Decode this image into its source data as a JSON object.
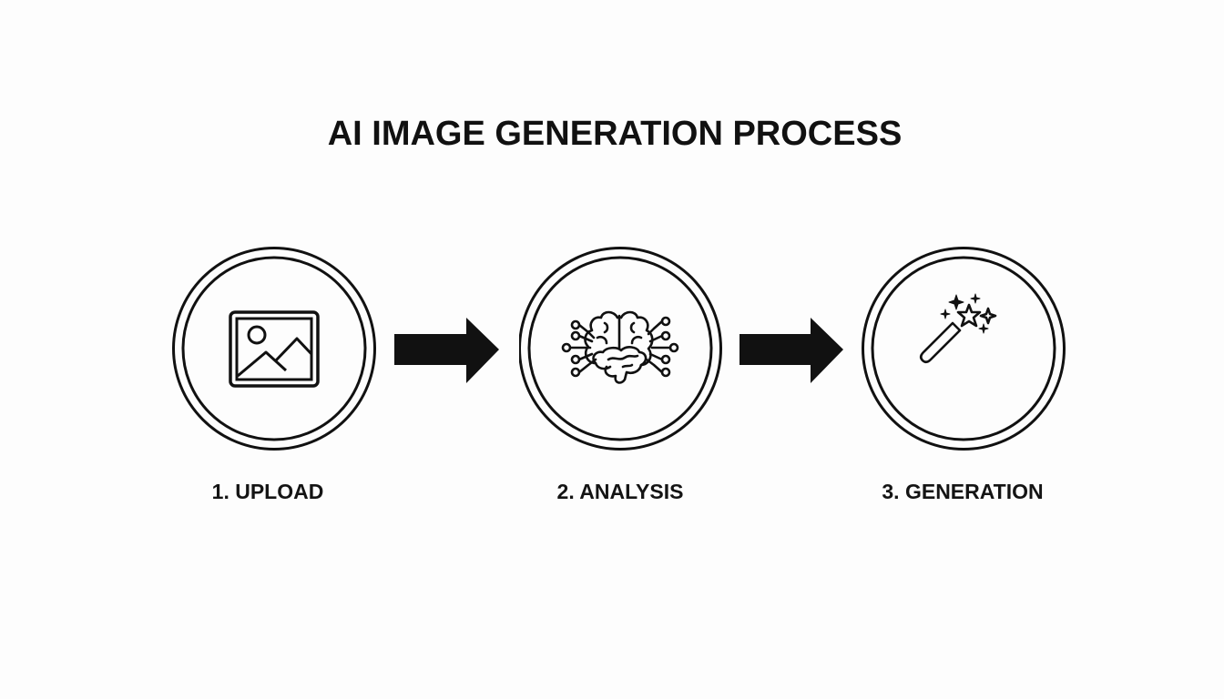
{
  "title": "AI IMAGE GENERATION PROCESS",
  "colors": {
    "background": "#fdfdfd",
    "stroke": "#111111",
    "text": "#141414"
  },
  "steps": [
    {
      "number": 1,
      "label": "1. UPLOAD",
      "icon": "image-icon"
    },
    {
      "number": 2,
      "label": "2. ANALYSIS",
      "icon": "brain-circuit-icon"
    },
    {
      "number": 3,
      "label": "3. GENERATION",
      "icon": "magic-wand-icon"
    }
  ],
  "connectors": [
    {
      "from": 1,
      "to": 2,
      "icon": "arrow-right-icon"
    },
    {
      "from": 2,
      "to": 3,
      "icon": "arrow-right-icon"
    }
  ]
}
